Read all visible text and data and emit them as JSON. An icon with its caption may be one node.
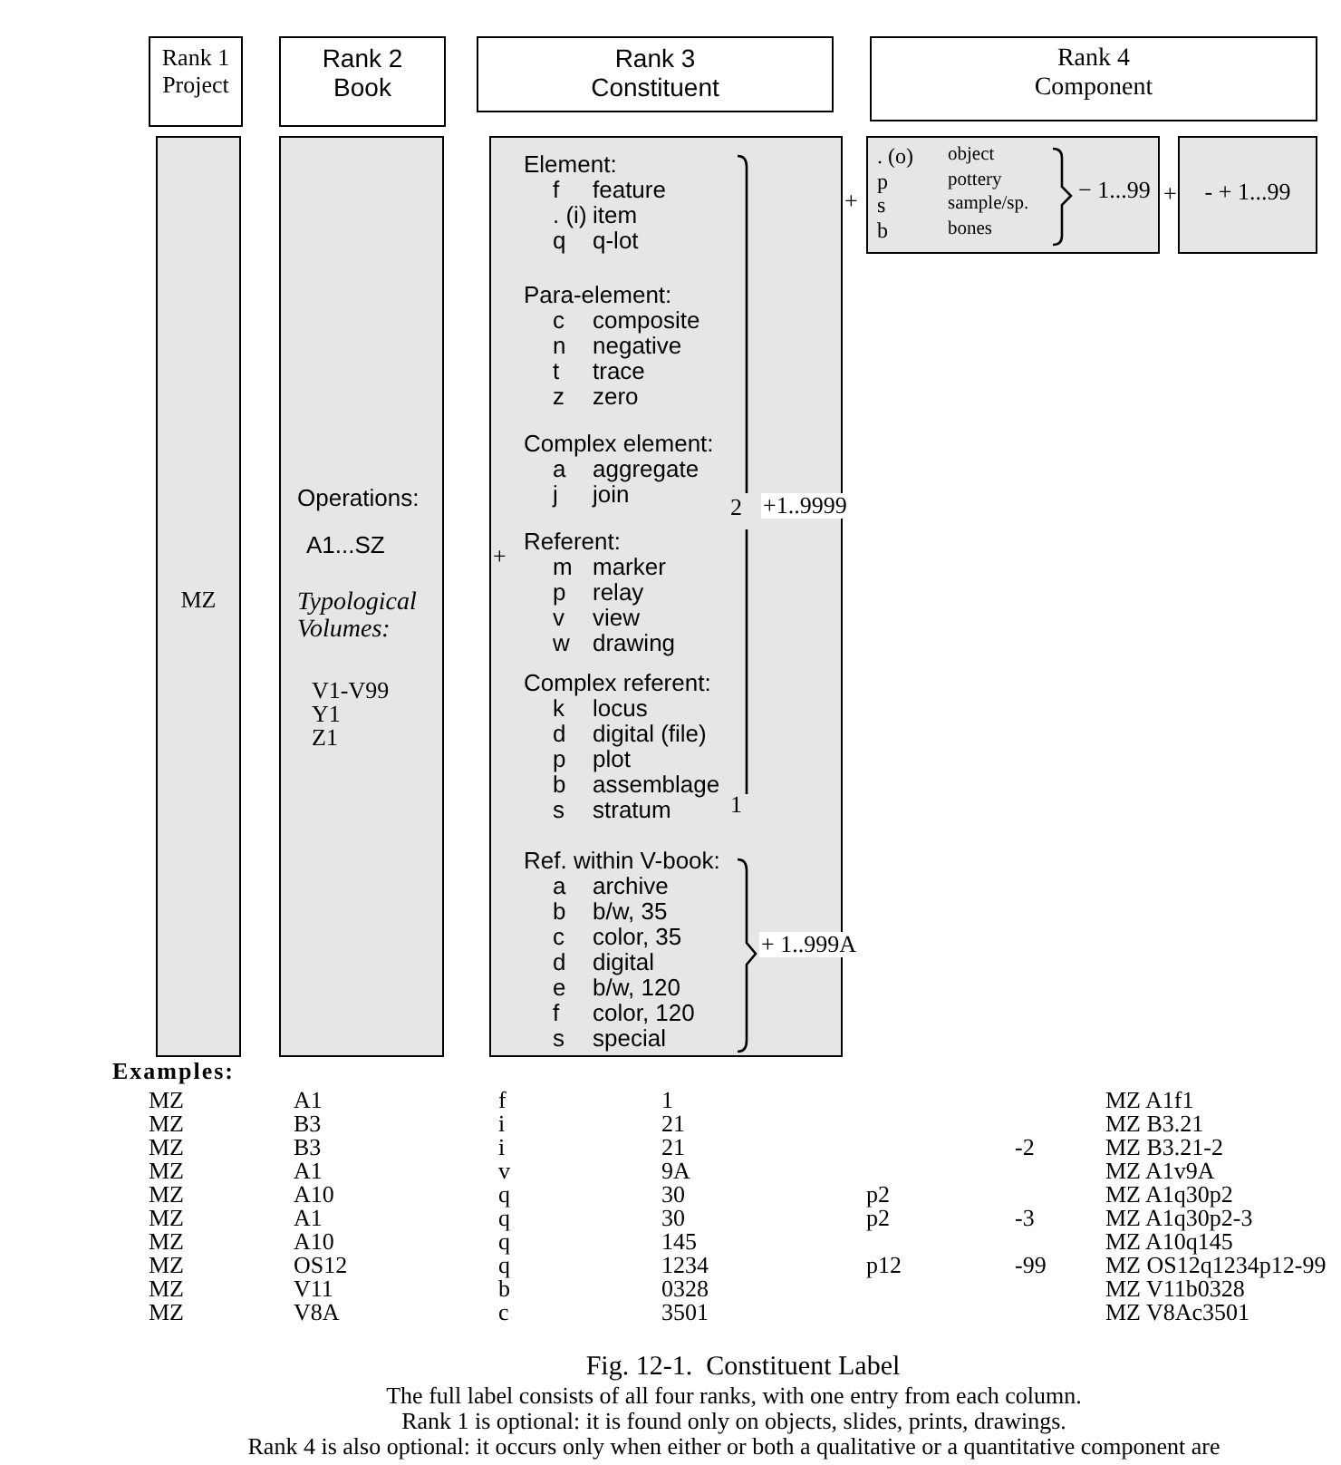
{
  "diagram": {
    "caption": "Fig. 12-1.  Constituent Label",
    "nodes": [
      {
        "text": [
          "Rank 1",
          "Project"
        ]
      },
      {
        "text": [
          "Rank 2",
          "Book"
        ]
      },
      {
        "text": [
          "Rank 3",
          "Constituent"
        ]
      },
      {
        "text": [
          "Rank 4",
          "Component"
        ]
      },
      {
        "text": [
          "MZ"
        ]
      },
      {
        "text": [
          "Operations:",
          "A1...SZ",
          "Typological Volumes:",
          "V1-V99",
          "Y1",
          "Z1"
        ]
      },
      {
        "text": [
          "Element:",
          "f",
          "feature",
          ". (i)",
          "item",
          "q",
          "q-lot",
          "Para-element:",
          "c",
          "composite",
          "n",
          "negative",
          "t",
          "trace",
          "z",
          "zero",
          "Complex element:",
          "a",
          "aggregate",
          "j",
          "join",
          "Referent:",
          "m",
          "marker",
          "p",
          "relay",
          "v",
          "view",
          "w",
          "drawing",
          "Complex referent:",
          "k",
          "locus",
          "d",
          "digital (file)",
          "p",
          "plot",
          "b",
          "assemblage",
          "s",
          "stratum",
          "Ref. within V-book:",
          "a",
          "archive",
          "b",
          "b/w, 35",
          "c",
          "color, 35",
          "d",
          "digital",
          "e",
          "b/w, 120",
          "f",
          "color, 120",
          "s",
          "special"
        ]
      },
      {
        "text": [
          ". (o)",
          "object",
          "p",
          "pottery",
          "s",
          "sample/sp.",
          "b",
          "bones",
          "− 1...99"
        ]
      },
      {
        "text": [
          "- + 1...99"
        ]
      }
    ],
    "labels": [
      "+",
      "2",
      "+1..9999",
      "1",
      "+ 1..999A",
      "+",
      "+",
      "Examples:",
      "MZ",
      "A1",
      "f",
      "1",
      "MZ A1f1",
      "MZ",
      "B3",
      "i",
      "21",
      "MZ B3.21",
      "MZ",
      "B3",
      "i",
      "21",
      "-2",
      "MZ B3.21-2",
      "MZ",
      "A1",
      "v",
      "9A",
      "MZ A1v9A",
      "MZ",
      "A10",
      "q",
      "30",
      "p2",
      "MZ A1q30p2",
      "MZ",
      "A1",
      "q",
      "30",
      "p2",
      "-3",
      "MZ A1q30p2-3",
      "MZ",
      "A10",
      "q",
      "145",
      "MZ A10q145",
      "MZ",
      "OS12",
      "q",
      "1234",
      "p12",
      "-99",
      "MZ OS12q1234p12-99",
      "MZ",
      "V11",
      "b",
      "0328",
      "MZ V11b0328",
      "MZ",
      "V8A",
      "c",
      "3501",
      "MZ V8Ac3501",
      "The full label consists of all four ranks, with one entry from each column.",
      "Rank 1 is optional: it is found only on objects, slides, prints, drawings.",
      "Rank 4 is also optional: it occurs only when either or both a qualitative or a quantitative component are"
    ]
  }
}
